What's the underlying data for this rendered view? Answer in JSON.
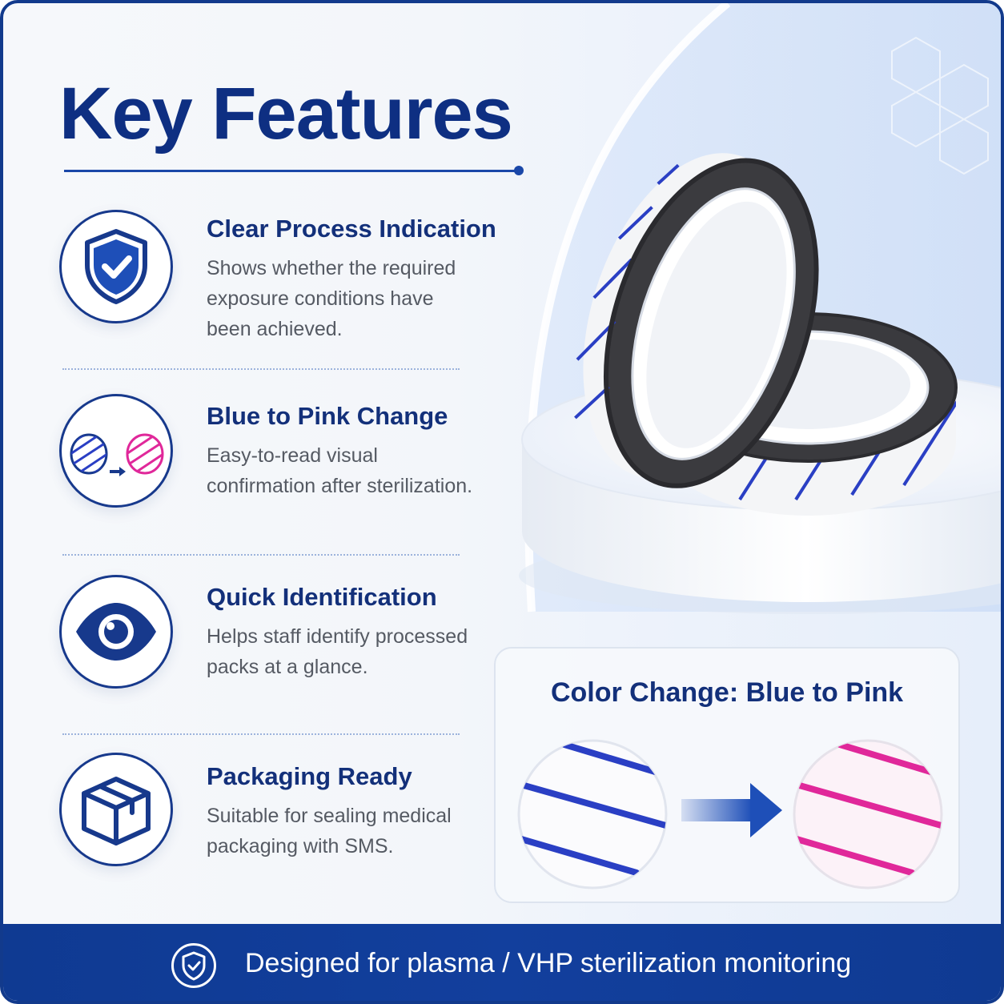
{
  "title": "Key Features",
  "features": [
    {
      "title": "Clear Process Indication",
      "desc": "Shows whether the required exposure conditions have been achieved.",
      "icon": "shield-check-icon"
    },
    {
      "title": "Blue to Pink Change",
      "desc": "Easy-to-read visual confirmation after sterilization.",
      "icon": "color-change-icon"
    },
    {
      "title": "Quick Identification",
      "desc": "Helps staff identify processed packs at a glance.",
      "icon": "eye-icon"
    },
    {
      "title": "Packaging Ready",
      "desc": "Suitable for sealing medical packaging with SMS.",
      "icon": "package-icon"
    }
  ],
  "color_change": {
    "title": "Color Change: Blue to Pink",
    "before_color": "#2a3fc4",
    "after_color": "#e0289a"
  },
  "banner": {
    "text": "Designed for plasma / VHP sterilization monitoring",
    "icon": "shield-check-icon"
  },
  "colors": {
    "primary_navy": "#0e2f82",
    "banner_blue": "#123f9d",
    "stripe_blue": "#2a3fc4",
    "stripe_pink": "#e0289a"
  }
}
